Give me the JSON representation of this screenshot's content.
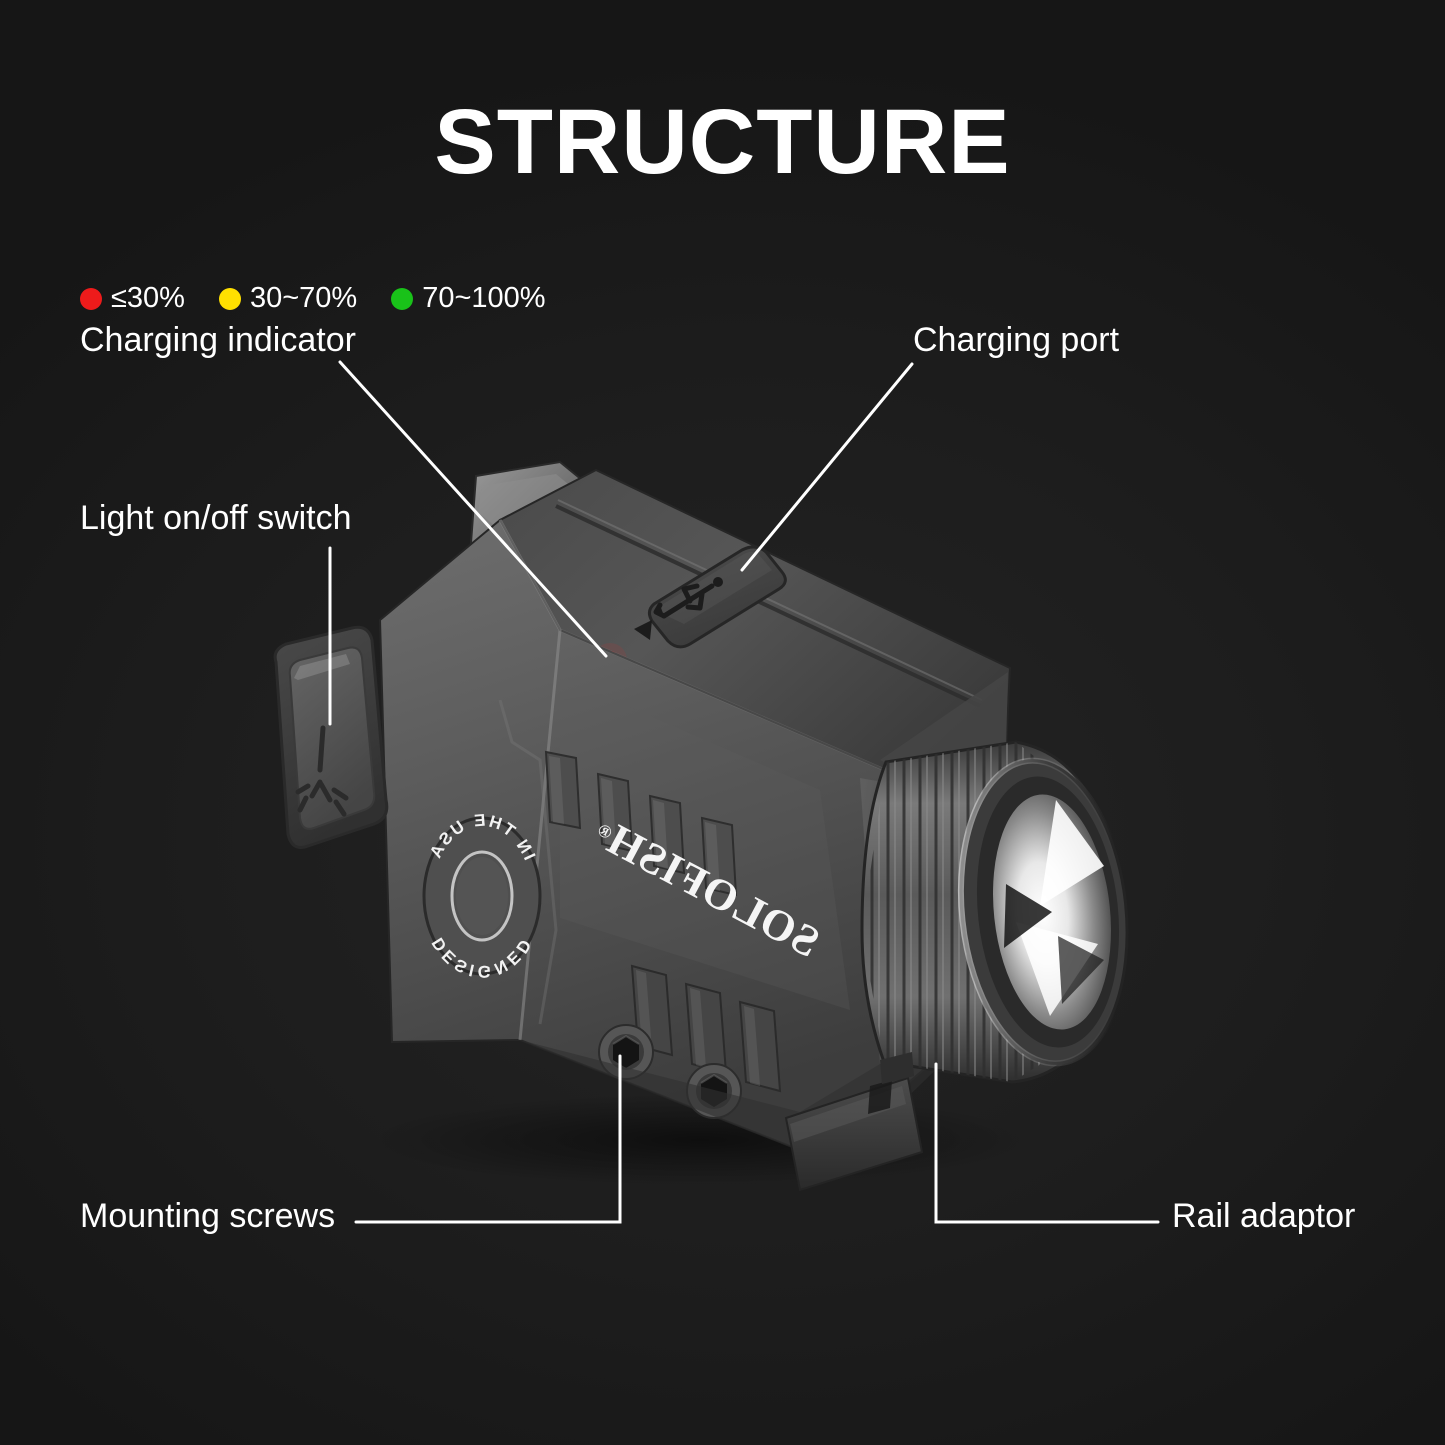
{
  "page": {
    "title": "STRUCTURE",
    "background_color": "#1c1c1c",
    "text_color": "#ffffff"
  },
  "legend": {
    "group_label": "Charging indicator",
    "items": [
      {
        "color": "#ee1b1b",
        "label": "≤30%",
        "icon": "battery-low-dot-icon"
      },
      {
        "color": "#ffe000",
        "label": "30~70%",
        "icon": "battery-mid-dot-icon"
      },
      {
        "color": "#19c219",
        "label": "70~100%",
        "icon": "battery-high-dot-icon"
      }
    ]
  },
  "callouts": [
    {
      "id": "charging-indicator",
      "label": "Charging indicator"
    },
    {
      "id": "charging-port",
      "label": "Charging port"
    },
    {
      "id": "light-switch",
      "label": "Light on/off switch"
    },
    {
      "id": "mounting-screws",
      "label": "Mounting screws"
    },
    {
      "id": "rail-adaptor",
      "label": "Rail adaptor"
    }
  ],
  "product": {
    "brand": "SOLOFISH",
    "brand_mark": "®",
    "badge_text_top": "IN THE USA",
    "badge_text_bottom": "DESIGNED",
    "indicator_led_color": "#ee1212",
    "body_color": "#585858",
    "body_shadow_color": "#2c2c2c",
    "port_icon": "usb-icon",
    "port_arrow_icon": "triangle-right-icon",
    "switch_icon": "flashlight-beam-icon",
    "screw_icon": "hex-socket-screw-icon",
    "screw_count": 2,
    "grip_pad_count": 4,
    "groove_count": 3
  },
  "chart_data": {
    "type": "table",
    "title": "Charging indicator color key",
    "categories": [
      "≤30%",
      "30~70%",
      "70~100%"
    ],
    "values": [
      "#ee1b1b",
      "#ffe000",
      "#19c219"
    ]
  }
}
